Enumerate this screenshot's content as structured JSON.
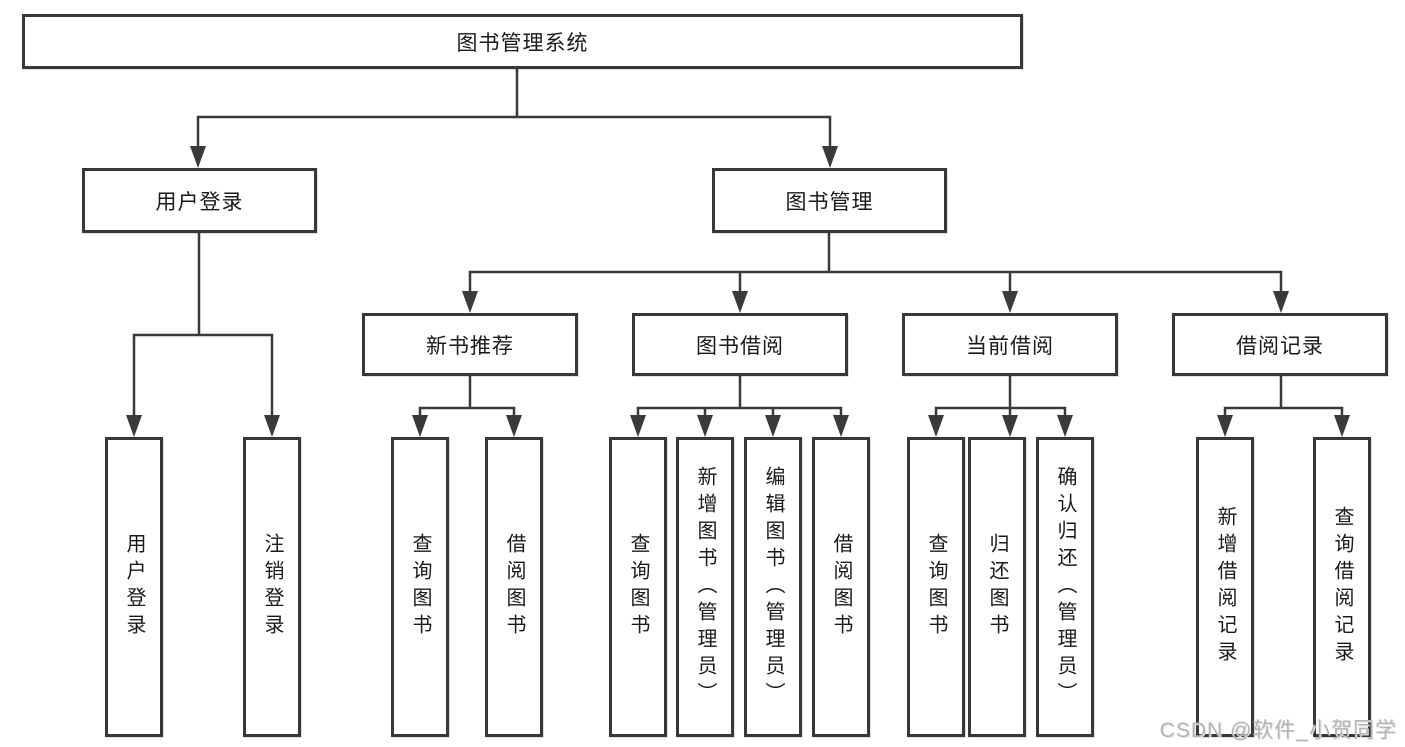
{
  "diagram": {
    "root": {
      "label": "图书管理系统"
    },
    "level2": [
      {
        "label": "用户登录"
      },
      {
        "label": "图书管理"
      }
    ],
    "level3": [
      {
        "label": "新书推荐"
      },
      {
        "label": "图书借阅"
      },
      {
        "label": "当前借阅"
      },
      {
        "label": "借阅记录"
      }
    ],
    "leaves": {
      "user_login": [
        {
          "label": "用户登录"
        },
        {
          "label": "注销登录"
        }
      ],
      "new_book_recommend": [
        {
          "label": "查询图书"
        },
        {
          "label": "借阅图书"
        }
      ],
      "book_borrow": [
        {
          "label": "查询图书"
        },
        {
          "label": "新增图书（管理员）"
        },
        {
          "label": "编辑图书（管理员）"
        },
        {
          "label": "借阅图书"
        }
      ],
      "current_borrow": [
        {
          "label": "查询图书"
        },
        {
          "label": "归还图书"
        },
        {
          "label": "确认归还（管理员）"
        }
      ],
      "borrow_records": [
        {
          "label": "新增借阅记录"
        },
        {
          "label": "查询借阅记录"
        }
      ]
    },
    "colors": {
      "line": "#3a3a3a",
      "box_border": "#383838",
      "text": "#1a1a1a",
      "watermark": "#b4b4b4",
      "background": "#ffffff"
    }
  },
  "watermark": {
    "text": "CSDN @软件_小贺同学"
  }
}
